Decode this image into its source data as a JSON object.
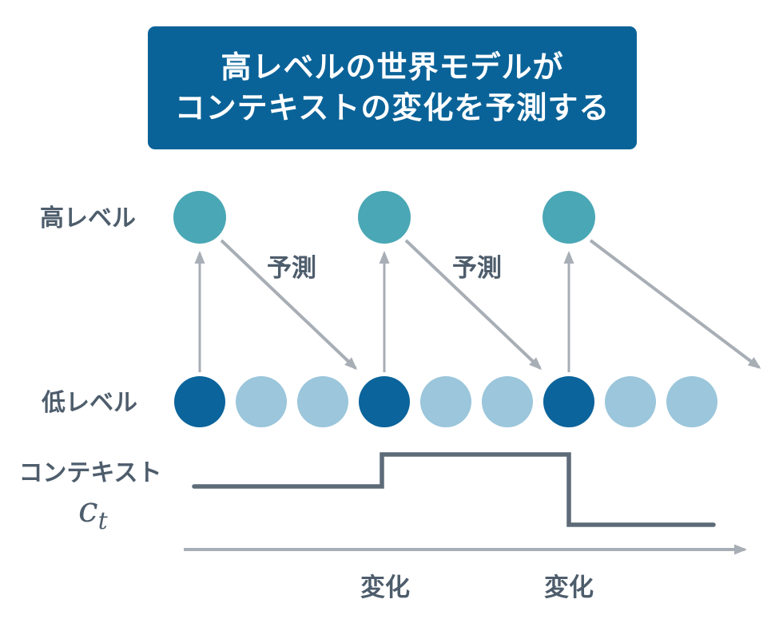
{
  "title": {
    "line1": "高レベルの世界モデルが",
    "line2": "コンテキストの変化を予測する"
  },
  "labels": {
    "high_level": "高レベル",
    "low_level": "低レベル",
    "context": "コンテキスト",
    "context_symbol": "c",
    "context_symbol_sub": "t",
    "prediction": "予測",
    "change": "変化"
  },
  "colors": {
    "title_bg": "#0a6398",
    "teal": "#4aa7b5",
    "dark_blue": "#0b649b",
    "light_blue": "#9bc6db",
    "text_slate": "#4e5d6c",
    "arrow_gray": "#a8aeb5",
    "line_slate": "#5d6b79"
  },
  "diagram": {
    "high_node_count": 3,
    "low_node_pattern": [
      "dark",
      "light",
      "light",
      "dark",
      "light",
      "light",
      "dark",
      "light",
      "light"
    ],
    "context_levels": [
      "mid",
      "high",
      "low"
    ]
  }
}
